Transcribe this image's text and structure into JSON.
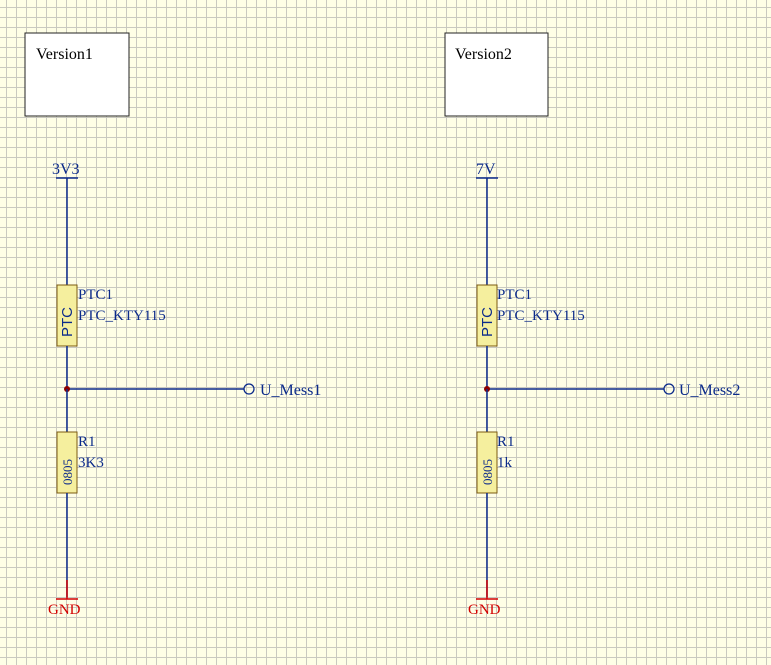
{
  "colors": {
    "wire": "#0b2a8a",
    "ground": "#d20000",
    "component_fill": "#f5ef9e",
    "component_stroke": "#7a5a10",
    "junction": "#8b0000",
    "note_fill": "#ffffff"
  },
  "circuits": [
    {
      "note": "Version1",
      "supply": "3V3",
      "ptc_designator": "PTC1",
      "ptc_value": "PTC_KTY115",
      "ptc_body": "PTC",
      "output_port": "U_Mess1",
      "resistor_designator": "R1",
      "resistor_value": "3K3",
      "resistor_footprint": "0805",
      "ground": "GND"
    },
    {
      "note": "Version2",
      "supply": "7V",
      "ptc_designator": "PTC1",
      "ptc_value": "PTC_KTY115",
      "ptc_body": "PTC",
      "output_port": "U_Mess2",
      "resistor_designator": "R1",
      "resistor_value": "1k",
      "resistor_footprint": "0805",
      "ground": "GND"
    }
  ]
}
